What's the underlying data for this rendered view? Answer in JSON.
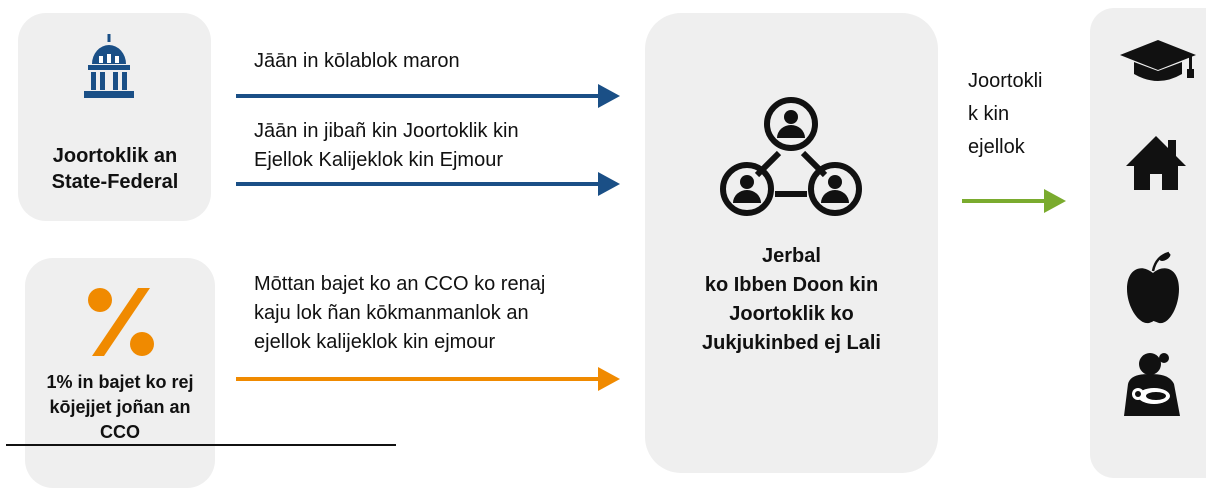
{
  "left_top": {
    "label": "Joortoklik an State-Federal",
    "icon": "capitol-building-icon",
    "color": "#1a4f86"
  },
  "left_bottom": {
    "label": "1% in bajet ko rej kōjejjet joñan an CCO",
    "icon": "percent-icon",
    "color": "#f08a00"
  },
  "flows": {
    "f1": "Jāān in kōlablok maron",
    "f2_line1": "Jāān in jibañ kin Joortoklik kin",
    "f2_line2": "Ejellok Kalijeklok kin Ejmour",
    "f3_line1": "Mōttan bajet ko an CCO ko renaj",
    "f3_line2": "kaju lok ñan kōkmanmanlok an",
    "f3_line3": "ejellok kalijeklok kin ejmour",
    "out_line1": "Joortokli",
    "out_line2": "k kin",
    "out_line3": "ejellok"
  },
  "center": {
    "line1": "Jerbal",
    "line2": "ko Ibben Doon kin",
    "line3": "Joortoklik ko",
    "line4": "Jukjukinbed ej Lali",
    "icon": "network-people-icon"
  },
  "right_icons": [
    "graduation-cap-icon",
    "house-icon",
    "apple-icon",
    "caregiver-baby-icon"
  ],
  "colors": {
    "blue": "#1a4f86",
    "orange": "#f08a00",
    "green": "#7aab2e",
    "box": "#efefef"
  }
}
